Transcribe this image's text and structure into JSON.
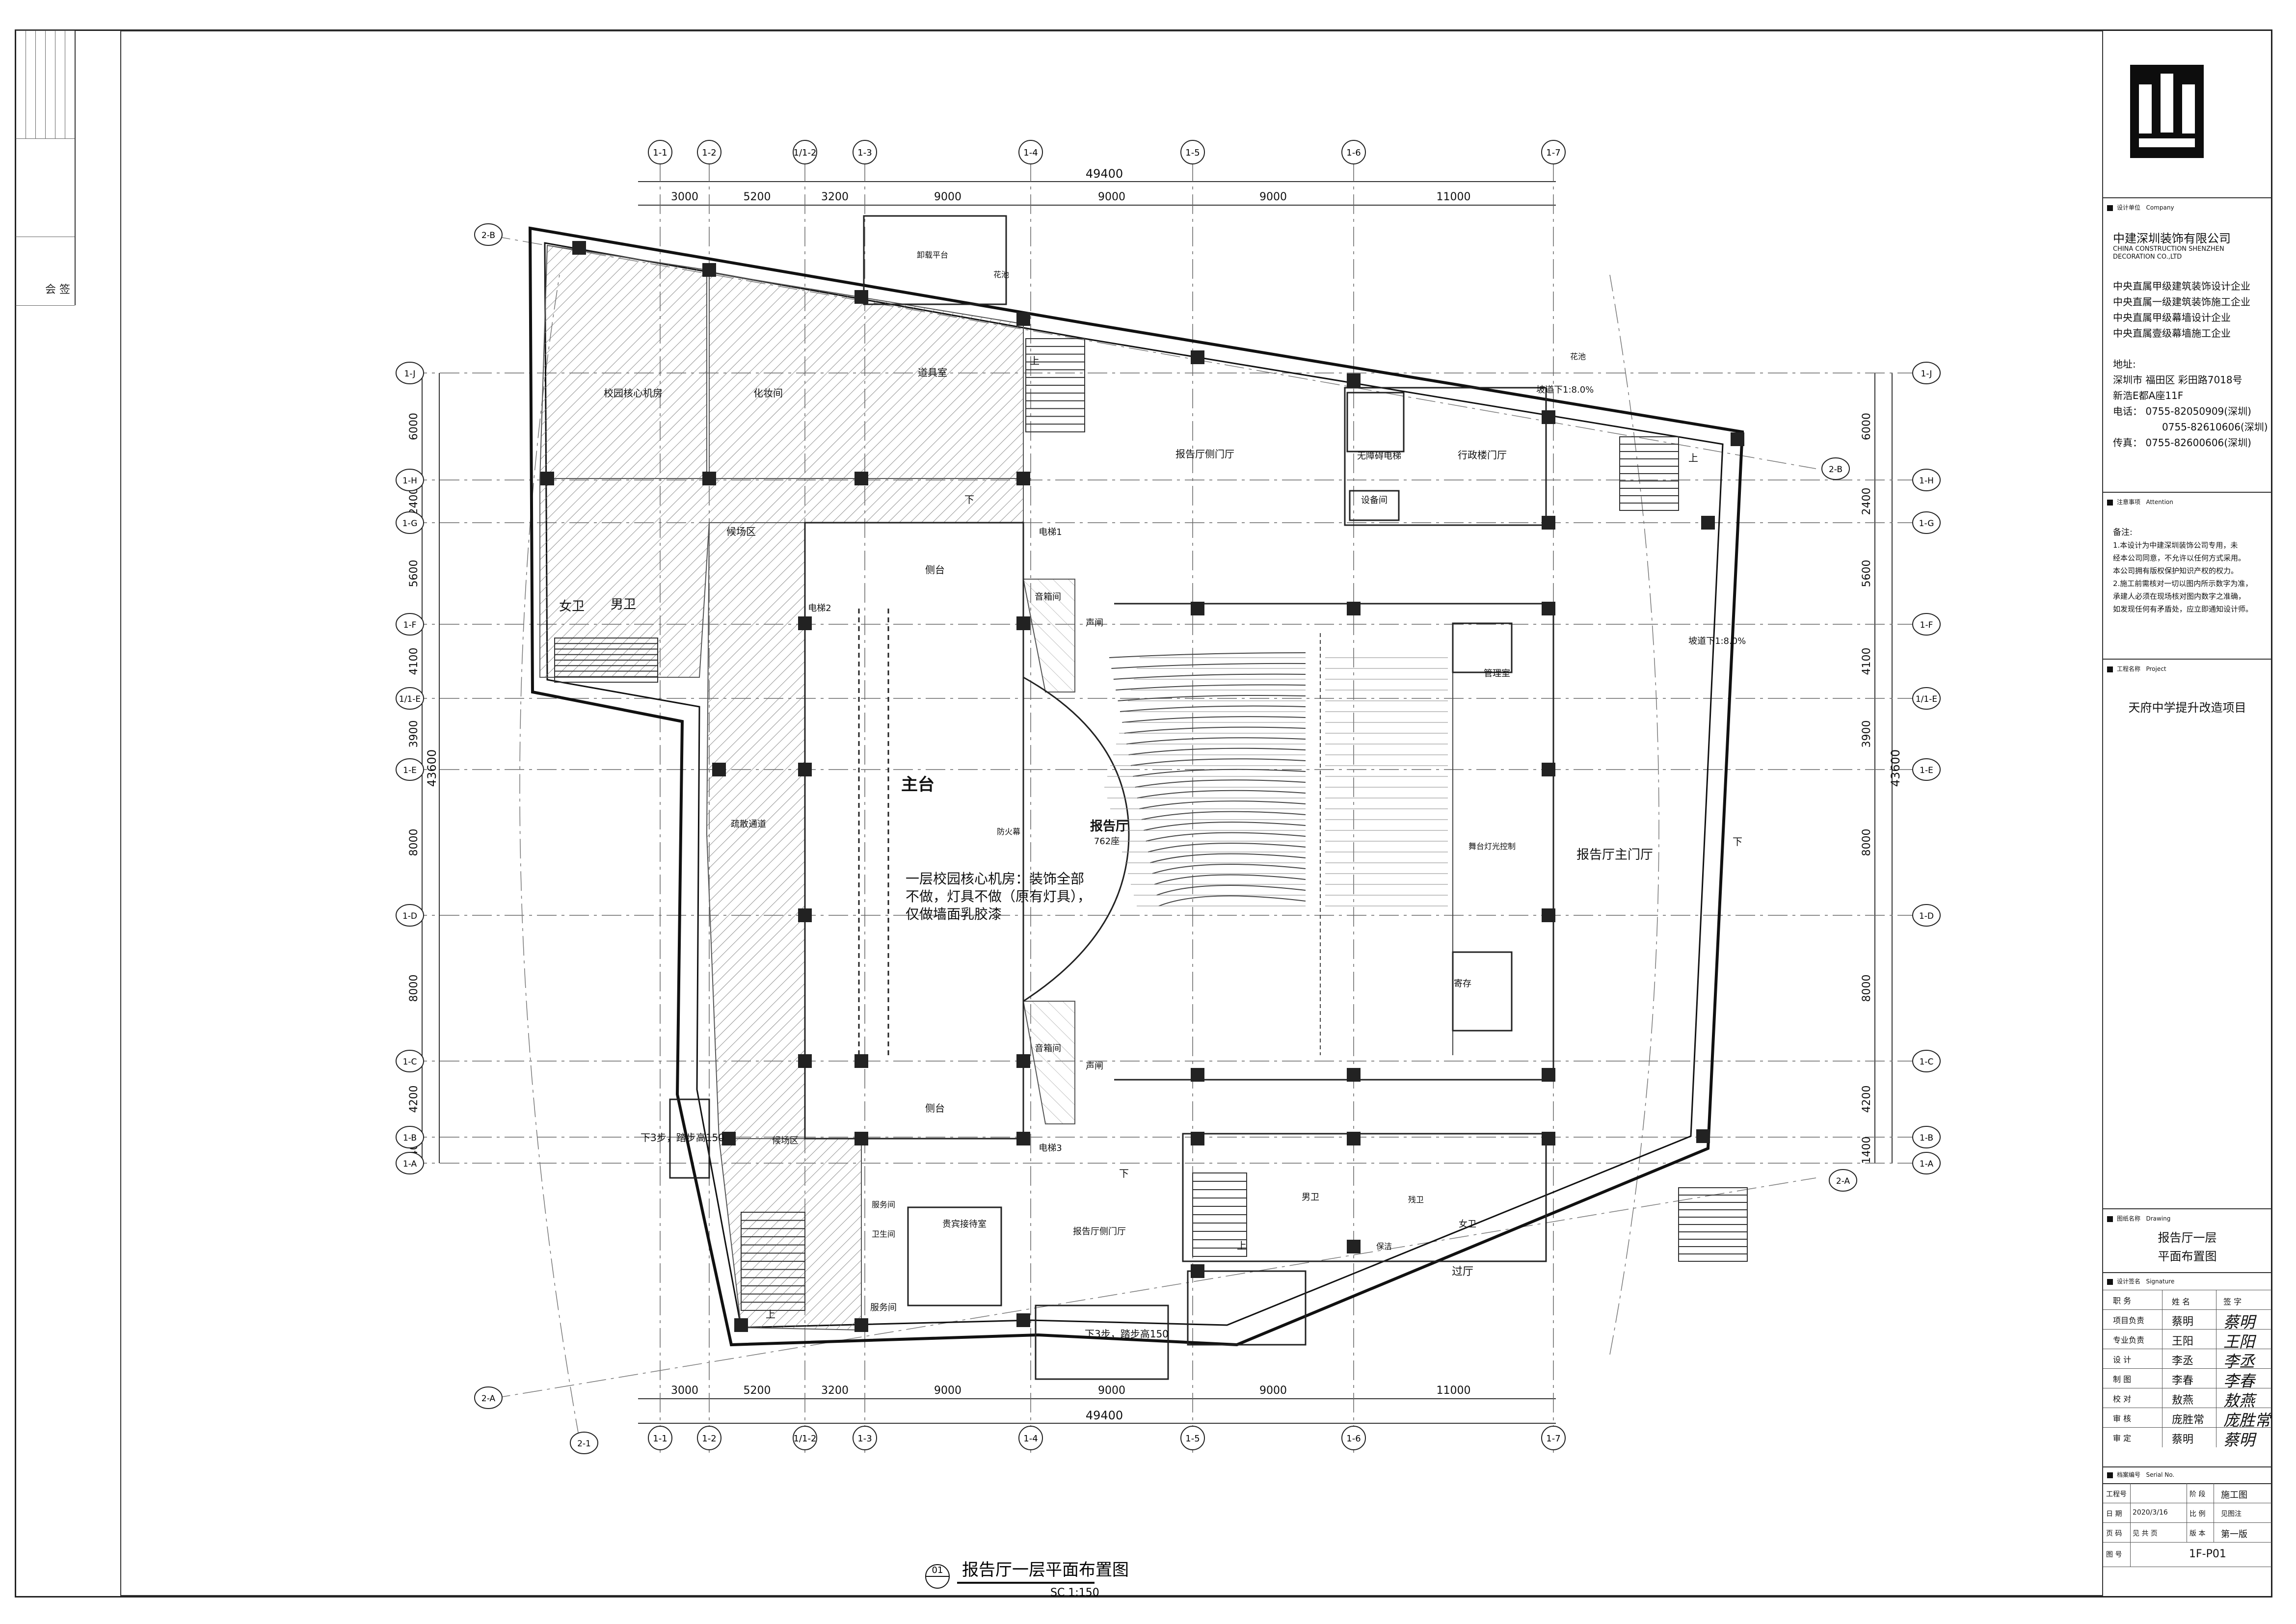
{
  "grid_top": [
    "1-1",
    "1-2",
    "1/1-2",
    "1-3",
    "1-4",
    "1-5",
    "1-6",
    "1-7"
  ],
  "dims_top": [
    "3000",
    "5200",
    "3200",
    "9000",
    "9000",
    "9000",
    "11000"
  ],
  "dims_bottom": [
    "3000",
    "5200",
    "3200",
    "9000",
    "9000",
    "9000",
    "11000"
  ],
  "dim_total": "49400",
  "dim_total_bottom": "49400",
  "grid_rows": [
    "1-J",
    "1-H",
    "1-G",
    "1-F",
    "1/1-E",
    "1-E",
    "1-D",
    "1-C",
    "1-B",
    "1-A"
  ],
  "dims_left": [
    "6000",
    "2400",
    "5600",
    "4100",
    "3900",
    "8000",
    "8000",
    "4200",
    "1400"
  ],
  "dim_left_total": "43600",
  "dims_right": [
    "6000",
    "2400",
    "5600",
    "4100",
    "3900",
    "8000",
    "8000",
    "4200",
    "1400"
  ],
  "dim_right_total": "43600",
  "grid_diag": [
    "2-B",
    "2-B",
    "2-A",
    "2-A",
    "2-1"
  ],
  "rooms": {
    "campus_core": "校园核心机房",
    "dressing": "化妆间",
    "props": "道具室",
    "side_entry_top": "报告厅侧门厅",
    "admin_hall": "行政楼门厅",
    "barrier_free_elev": "无障碍电梯",
    "equip": "设备间",
    "buffer_top": "候场区",
    "women_wc": "女卫",
    "men_wc": "男卫",
    "elevator1": "电梯1",
    "elevator2": "电梯2",
    "elevator3": "电梯3",
    "side_stage_top": "侧台",
    "side_stage_bottom": "侧台",
    "sound_top": "音箱间",
    "sound_bottom": "音箱间",
    "acoustic_top": "声闸",
    "acoustic_bottom": "声闸",
    "main_stage": "主台",
    "fire_curtain": "防火幕",
    "auditorium": "报告厅",
    "seats": "762座",
    "control": "管理室",
    "stage_control": "舞台灯光控制",
    "storage": "寄存",
    "main_hall": "报告厅主门厅",
    "corridor": "疏散通道",
    "buffer_bottom": "候场区",
    "vip": "贵宾接待室",
    "service": "服务间",
    "service2": "服务间",
    "wc_small": "卫生间",
    "side_entry_bottom": "报告厅侧门厅",
    "men_wc_b": "男卫",
    "women_wc_b": "女卫",
    "cleaning": "保洁",
    "accessible_wc": "残卫",
    "passage": "过厅",
    "terrace": "卸载平台",
    "flower": "花池",
    "flower2": "花池",
    "stair_up": "上",
    "stair_down": "下"
  },
  "notes": {
    "core_note_1": "一层校园核心机房：装饰全部",
    "core_note_2": "不做，灯具不做（原有灯具），",
    "core_note_3": "仅做墙面乳胶漆",
    "ramp_1": "坡道下1:8.0%",
    "ramp_2": "坡道下1:8.0%",
    "steps_1": "下3步，踏步高150",
    "steps_2": "下3步，踏步高150"
  },
  "drawing_title": "报告厅一层平面布置图",
  "drawing_scale": "SC 1:150",
  "drawing_no_circle": "01",
  "title_block": {
    "company_hdr": "设计单位",
    "company_hdr_en": "Company",
    "company_cn": "中建深圳装饰有限公司",
    "company_en1": "CHINA CONSTRUCTION SHENZHEN",
    "company_en2": "DECORATION CO.,LTD",
    "qual": [
      "中央直属甲级建筑装饰设计企业",
      "中央直属一级建筑装饰施工企业",
      "中央直属甲级幕墙设计企业",
      "中央直属壹级幕墙施工企业"
    ],
    "addr_label": "地址:",
    "addr1": "深圳市 福田区 彩田路7018号",
    "addr2": "新浩E都A座11F",
    "tel1": "电话：  0755-82050909(深圳)",
    "tel2": "0755-82610606(深圳)",
    "fax": "传真：  0755-82600606(深圳)",
    "attention_hdr": "注意事项",
    "attention_hdr_en": "Attention",
    "attention": [
      "备注:",
      "1.本设计为中建深圳装饰公司专用，未",
      "经本公司同意，不允许以任何方式采用。",
      "本公司拥有版权保护知识产权的权力。",
      "2.施工前需核对一切以图内所示数字为准，",
      "承建人必须在现场核对图内数字之准确，",
      "如发现任何有矛盾处，应立即通知设计师。"
    ],
    "project_hdr": "工程名称",
    "project_hdr_en": "Project",
    "project_name": "天府中学提升改造项目",
    "drawing_hdr": "图纸名称",
    "drawing_hdr_en": "Drawing",
    "drawing_name1": "报告厅一层",
    "drawing_name2": "平面布置图",
    "sig_hdr": "设计签名",
    "sig_hdr_en": "Signature",
    "sig_head": [
      "职  务",
      "姓  名",
      "签  字"
    ],
    "sig_rows": [
      {
        "role": "项目负责",
        "name": "蔡明",
        "sign": "蔡明"
      },
      {
        "role": "专业负责",
        "name": "王阳",
        "sign": "王阳"
      },
      {
        "role": "设    计",
        "name": "李丞",
        "sign": "李丞"
      },
      {
        "role": "制    图",
        "name": "李春",
        "sign": "李春"
      },
      {
        "role": "校    对",
        "name": "敖燕",
        "sign": "敖燕"
      },
      {
        "role": "审    核",
        "name": "庞胜常",
        "sign": "庞胜常"
      },
      {
        "role": "审    定",
        "name": "蔡明",
        "sign": "蔡明"
      }
    ],
    "serial_hdr": "档案编号",
    "serial_hdr_en": "Serial No.",
    "info": {
      "job": "工程号",
      "stage_label": "阶 段",
      "stage": "施工图",
      "date_label": "日 期",
      "date": "2020/3/16",
      "scale_label": "比 例",
      "scale": "见图注",
      "page_label": "页 码",
      "page": "见 共  页",
      "edition_label": "版 本",
      "edition": "第一版",
      "dwg_label": "图 号",
      "dwg": "1F-P01"
    }
  },
  "rev_strip_label": "会 签"
}
